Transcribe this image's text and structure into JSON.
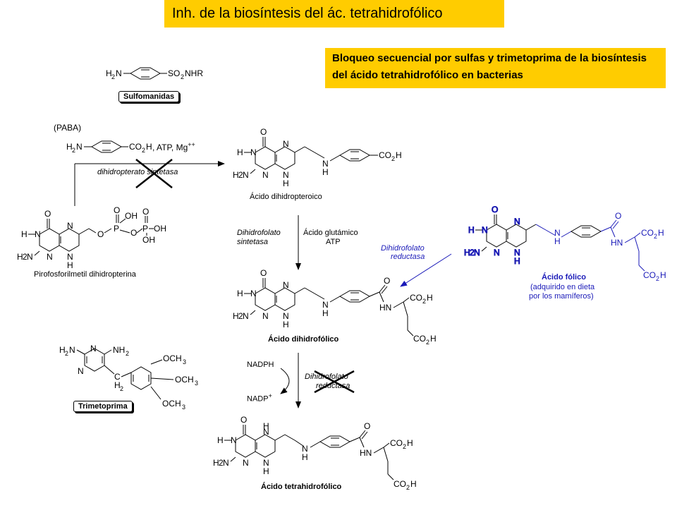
{
  "title": "Inh. de la biosíntesis del ác. tetrahidrofólico",
  "note": "Bloqueo secuencial por sulfas y trimetoprima de la biosíntesis del ácido tetrahidrofólico en bacterias",
  "compounds": {
    "sulfonamides": "Sulfomanidas",
    "paba_label": "(PABA)",
    "paba_cofactors": ", ATP, Mg",
    "paba_charge": "++",
    "dihydropteroate": "Ácido dihidropteroico",
    "pyrophosphoryl": "Pirofosforilmetil dihidropterina",
    "dihydrofolic": "Ácido dihidrofólico",
    "folic": "Ácido fólico",
    "folic_note_1": "(adquirido en dieta",
    "folic_note_2": "por los mamíferos)",
    "trimethoprim": "Trimetoprima",
    "tetrahydrofolic": "Ácido tetrahidrofólico"
  },
  "enzymes": {
    "dhps": "dihidropterato sintetasa",
    "dhfs_1": "Dihidrofolato",
    "dhfs_2": "sintetasa",
    "glutamic_1": "Ácido glutámico",
    "glutamic_2": "ATP",
    "dhfr_blue_1": "Dihidrofolato",
    "dhfr_blue_2": "reductasa",
    "dhfr_1": "Dihidrofolato",
    "dhfr_2": "reductasa"
  },
  "cofactors": {
    "nadph": "NADPH",
    "nadp": "NADP",
    "nadp_charge": "+"
  },
  "colors": {
    "highlight": "#ffcc00",
    "folic_blue": "#1a1ab8"
  }
}
